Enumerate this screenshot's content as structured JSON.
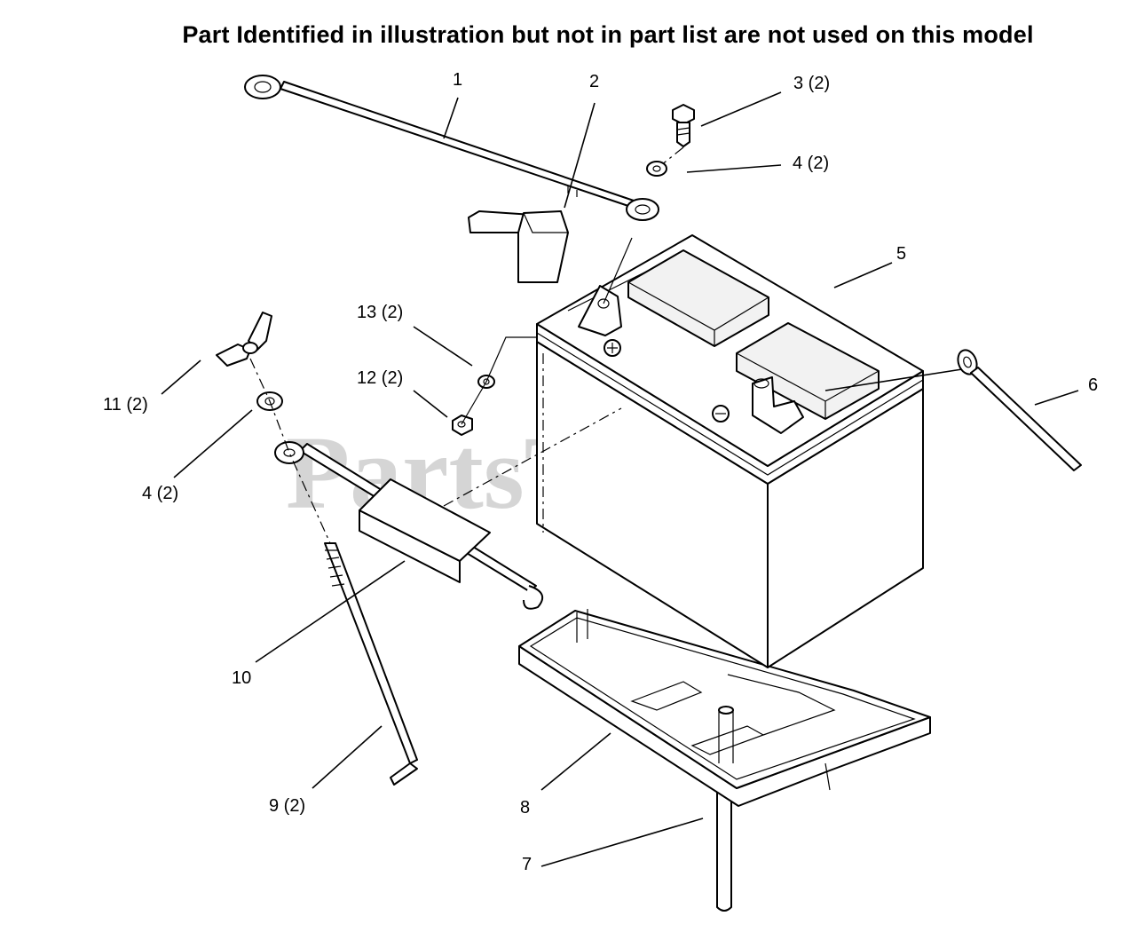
{
  "header": {
    "note": "Part Identified in illustration but not in part list are not used on this model"
  },
  "watermark": {
    "text": "PartsTree",
    "trademark": "TM"
  },
  "callouts": [
    {
      "id": "1",
      "label": "1"
    },
    {
      "id": "2",
      "label": "2"
    },
    {
      "id": "3",
      "label": "3 (2)"
    },
    {
      "id": "4a",
      "label": "4 (2)"
    },
    {
      "id": "5",
      "label": "5"
    },
    {
      "id": "6",
      "label": "6"
    },
    {
      "id": "13",
      "label": "13 (2)"
    },
    {
      "id": "12",
      "label": "12 (2)"
    },
    {
      "id": "11",
      "label": "11 (2)"
    },
    {
      "id": "4b",
      "label": "4 (2)"
    },
    {
      "id": "10",
      "label": "10"
    },
    {
      "id": "9",
      "label": "9 (2)"
    },
    {
      "id": "8",
      "label": "8"
    },
    {
      "id": "7",
      "label": "7"
    }
  ],
  "colors": {
    "line": "#000000",
    "watermark": "#c8c8c8",
    "background": "#ffffff"
  }
}
